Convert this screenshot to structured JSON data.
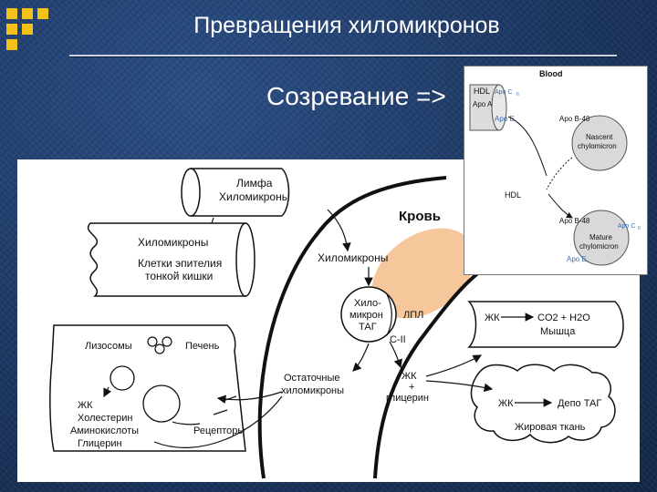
{
  "slide": {
    "title": "Превращения хиломикронов",
    "subtitle": "Созревание =>",
    "colors": {
      "background": "#1e3a66",
      "accent_squares": "#f2c21b",
      "title_text": "#ffffff",
      "fat_highlight": "#f5c79b"
    }
  },
  "main_diagram": {
    "lymph_label_1": "Лимфа",
    "lymph_label_2": "Хиломикроны",
    "intestine_label_1": "Хиломикроны",
    "intestine_label_2": "Клетки эпителия",
    "intestine_label_3": "тонкой кишки",
    "blood_label": "Кровь",
    "chylomicrons_label": "Хиломикроны",
    "chylo_tag_1": "Хило-",
    "chylo_tag_2": "микрон",
    "chylo_tag_3": "ТАГ",
    "lpl_label": "ЛПЛ",
    "c2_label": "C-II",
    "residual_1": "Остаточные",
    "residual_2": "хиломикроны",
    "fa_glycerol_1": "ЖК",
    "fa_glycerol_2": "+",
    "fa_glycerol_3": "глицерин",
    "lysosomes_label": "Лизосомы",
    "liver_label": "Печень",
    "liver_products_1": "ЖК",
    "liver_products_2": "Холестерин",
    "liver_products_3": "Аминокислоты",
    "liver_products_4": "Глицерин",
    "receptors_label": "Рецепторы",
    "muscle_fa": "ЖК",
    "muscle_products": "CO2 + H2O",
    "muscle_label": "Мышца",
    "adipose_fa": "ЖК",
    "adipose_depot": "Депо ТАГ",
    "adipose_label": "Жировая ткань"
  },
  "inset_diagram": {
    "blood": "Blood",
    "hdl_top": "HDL",
    "apo_c_top": "Apo C",
    "apo_c_sub": "II",
    "apo_a": "Apo A",
    "apo_e_top": "Apo E",
    "apo_b48_top": "Apo B-48",
    "nascent_1": "Nascent",
    "nascent_2": "chylomicron",
    "hdl_mid": "HDL",
    "apo_b48_bottom": "Apo B-48",
    "apo_c_bottom": "Apo C",
    "apo_c_bottom_sub": "II",
    "mature_1": "Mature",
    "mature_2": "chylomicron",
    "apo_e_bottom": "Apo E"
  }
}
